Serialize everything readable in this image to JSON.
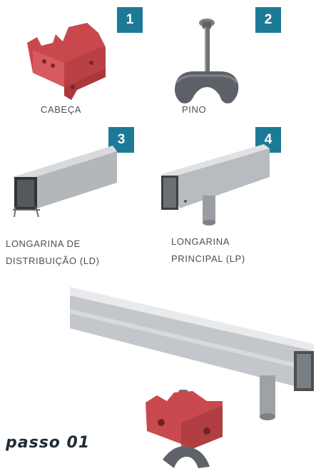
{
  "accent_color": "#1d7a96",
  "parts": [
    {
      "number": "1",
      "label": "CABEÇA",
      "icon": "head-bracket-icon"
    },
    {
      "number": "2",
      "label": "PINO",
      "icon": "pin-icon"
    },
    {
      "number": "3",
      "label_lines": [
        "LONGARINA DE",
        "DISTRIBUIÇÃO (LD)"
      ],
      "icon": "distribution-beam-icon"
    },
    {
      "number": "4",
      "label_lines": [
        "LONGARINA",
        "PRINCIPAL (LP)"
      ],
      "icon": "main-beam-icon"
    }
  ],
  "step": {
    "label": "passo 01"
  }
}
